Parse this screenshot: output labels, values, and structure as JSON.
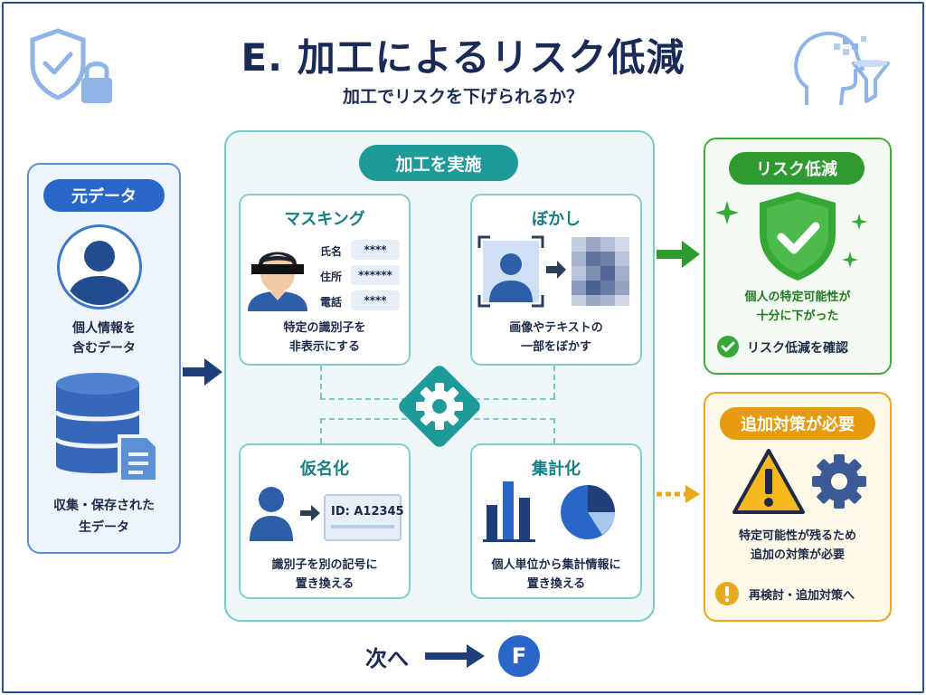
{
  "header": {
    "title": "E. 加工によるリスク低減",
    "subtitle": "加工でリスクを下げられるか？"
  },
  "source": {
    "label": "元データ",
    "personal_text_1": "個人情報を",
    "personal_text_2": "含むデータ",
    "raw_text_1": "収集・保存された",
    "raw_text_2": "生データ"
  },
  "process": {
    "label": "加工を実施",
    "masking": {
      "title": "マスキング",
      "fields": [
        {
          "label": "氏名",
          "value": "****"
        },
        {
          "label": "住所",
          "value": "******"
        },
        {
          "label": "電話",
          "value": "****"
        }
      ],
      "desc_1": "特定の識別子を",
      "desc_2": "非表示にする"
    },
    "blur": {
      "title": "ぼかし",
      "desc_1": "画像やテキストの",
      "desc_2": "一部をぼかす"
    },
    "pseudonym": {
      "title": "仮名化",
      "id_value": "ID: A12345",
      "desc_1": "識別子を別の記号に",
      "desc_2": "置き換える"
    },
    "aggregate": {
      "title": "集計化",
      "desc_1": "個人単位から集計情報に",
      "desc_2": "置き換える"
    }
  },
  "outcome_ok": {
    "label": "リスク低減",
    "text_1": "個人の特定可能性が",
    "text_2": "十分に下がった",
    "confirm": "リスク低減を確認"
  },
  "outcome_warn": {
    "label": "追加対策が必要",
    "text_1": "特定可能性が残るため",
    "text_2": "追加の対策が必要",
    "action": "再検討・追加対策へ"
  },
  "footer": {
    "next_label": "次へ",
    "next_badge": "F"
  },
  "colors": {
    "navy": "#1a2a57",
    "blue": "#2a66c8",
    "teal": "#1e9a9a",
    "green": "#2f9a2f",
    "amber": "#e59b0c"
  }
}
